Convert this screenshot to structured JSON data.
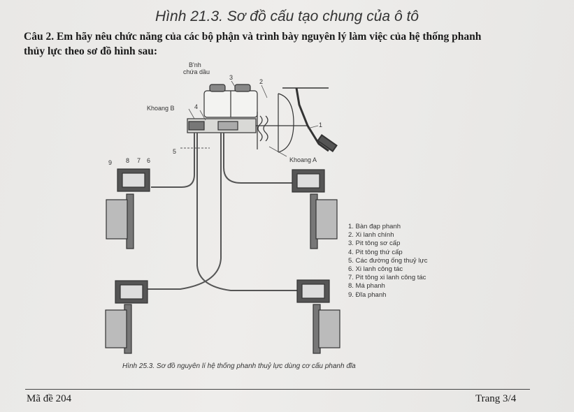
{
  "figure_heading": "Hình 21.3. Sơ đồ cấu tạo chung của ô tô",
  "question": {
    "line1": "Câu 2. Em hãy nêu chức năng của các bộ phận và trình bày nguyên lý làm việc của hệ thống phanh",
    "line2": "thủy lực theo sơ đồ hình sau:"
  },
  "diagram_labels": {
    "reservoir_1": "B'nh",
    "reservoir_2": "chứa dầu",
    "chamber_b": "Khoang B",
    "chamber_a": "Khoang A",
    "n1": "1",
    "n2": "2",
    "n3": "3",
    "n4": "4",
    "n5": "5",
    "n6": "6",
    "n7": "7",
    "n8": "8",
    "n9": "9"
  },
  "legend": [
    "1. Bàn đạp phanh",
    "2. Xi lanh chính",
    "3. Pit tông sơ cấp",
    "4. Pit tông thứ cấp",
    "5. Các đường ống thuỷ lực",
    "6. Xi lanh công tác",
    "7. Pit tông xi lanh công tác",
    "8. Má phanh",
    "9. Đĩa phanh"
  ],
  "caption": "Hình 25.3. Sơ đồ nguyên lí hệ thống phanh thuỷ lực dùng cơ cấu phanh đĩa",
  "footer": {
    "code": "Mã đề 204",
    "page": "Trang 3/4"
  }
}
